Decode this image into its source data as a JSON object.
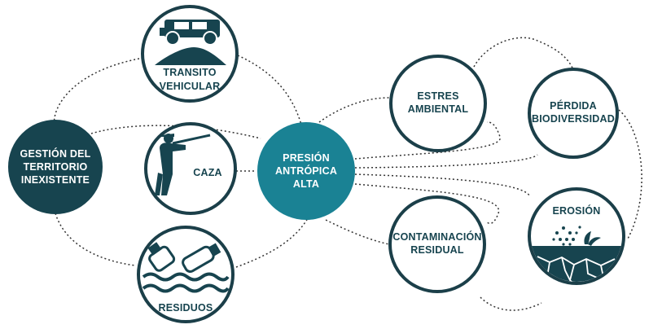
{
  "colors": {
    "dark_teal": "#17444f",
    "mid_teal": "#1a8294",
    "white": "#ffffff",
    "stroke": "#1b3f49",
    "dots": "#333333"
  },
  "nodes": {
    "transito": {
      "line1": "TRANSITO",
      "line2": "VEHICULAR",
      "icon": "jeep-on-mound-icon"
    },
    "caza": {
      "label": "CAZA",
      "icon": "hunter-with-rifle-icon"
    },
    "residuos": {
      "label": "RESIDUOS",
      "icon": "floating-bottles-icon"
    },
    "gestion": {
      "line1": "GESTIÓN DEL",
      "line2": "TERRITORIO",
      "line3": "INEXISTENTE"
    },
    "presion": {
      "line1": "PRESIÓN",
      "line2": "ANTRÓPICA",
      "line3": "ALTA"
    },
    "estres": {
      "line1": "ESTRES",
      "line2": "AMBIENTAL"
    },
    "perdida": {
      "line1": "PÉRDIDA",
      "line2": "BIODIVERSIDAD"
    },
    "contaminacion": {
      "line1": "CONTAMINACIÓN",
      "line2": "RESIDUAL"
    },
    "erosion": {
      "label": "EROSIÓN",
      "icon": "cracked-soil-icon"
    }
  }
}
